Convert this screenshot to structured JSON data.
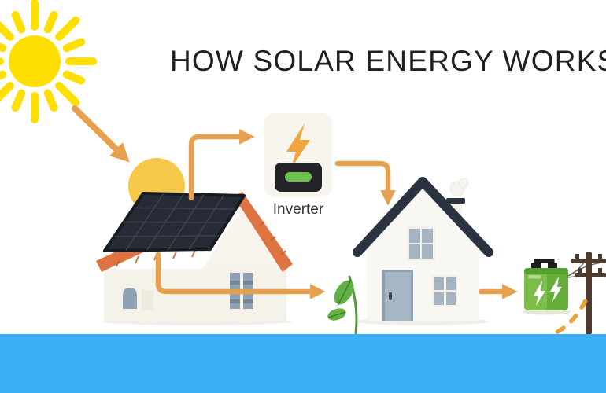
{
  "header": {
    "title": "HOW SOLAR ENERGY WORKS"
  },
  "diagram": {
    "inverter_label": "Inverter",
    "nodes": [
      "sun",
      "solar-panel-house",
      "inverter",
      "home",
      "battery-storage",
      "utility-grid-pole"
    ],
    "colors": {
      "background": "#ffffff",
      "banner_blue": "#3ab1f7",
      "arrow_orange": "#e7a14e",
      "sun_yellow": "#ffdf00",
      "sun_glow_yellow": "#f6c84a",
      "roof_terracotta": "#dd7441",
      "solar_panel_dark": "#262b35",
      "house_wall_cream": "#f5f2e9",
      "right_house_roof": "#2b3340",
      "window_blue_gray": "#8fa2b4",
      "door_blue_gray": "#a7b6c4",
      "leaf_green": "#63b044",
      "battery_green": "#6fb342",
      "pole_brown": "#4c3c30",
      "inverter_card_bg": "#f8f5ee",
      "inverter_bolt_orange": "#f1a53e",
      "inverter_led_green": "#6cc04f",
      "title_text": "#1f1f1f"
    }
  }
}
